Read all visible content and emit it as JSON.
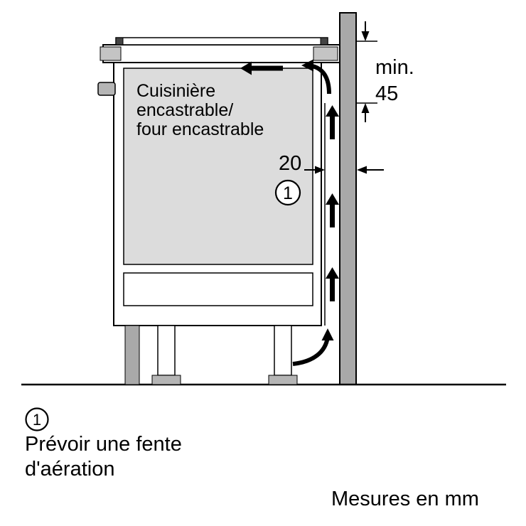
{
  "diagram": {
    "appliance_label": {
      "line1": "Cuisinière",
      "line2": "encastrable/",
      "line3": "four encastrable"
    },
    "dimensions": {
      "gap_value": "20",
      "min_label": "min.",
      "min_value": "45"
    },
    "callout": {
      "number": "1"
    }
  },
  "legend": {
    "number": "1",
    "line1": "Prévoir une fente",
    "line2": "d'aération"
  },
  "footer": {
    "units_note": "Mesures en mm"
  },
  "colors": {
    "wall": "#a9a9a9",
    "cavity": "#dcdcdc",
    "foot": "#b5b5b5",
    "cap": "#c4c4c4",
    "white": "#ffffff",
    "line": "#000000"
  }
}
